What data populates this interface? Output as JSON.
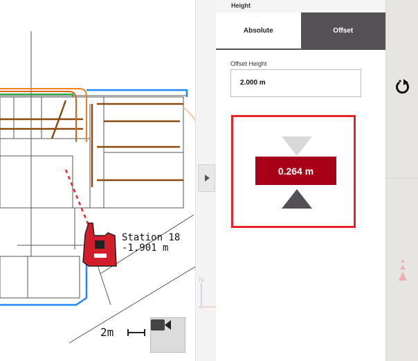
{
  "map": {
    "station_name": "Station 18",
    "station_height": "-1.901 m",
    "scale_label": "2m",
    "compass_label": "N",
    "camera_icon": "video-camera-icon"
  },
  "panel": {
    "header": "Height",
    "tabs": [
      {
        "label": "Absolute",
        "active": false
      },
      {
        "label": "Offset",
        "active": true
      }
    ],
    "offset_height_label": "Offset Height",
    "offset_height_value": "2.000 m",
    "deviation_value": "0.264 m"
  },
  "colors": {
    "accent_red": "#a80016",
    "border_red": "#e8232a",
    "dark": "#535154"
  }
}
